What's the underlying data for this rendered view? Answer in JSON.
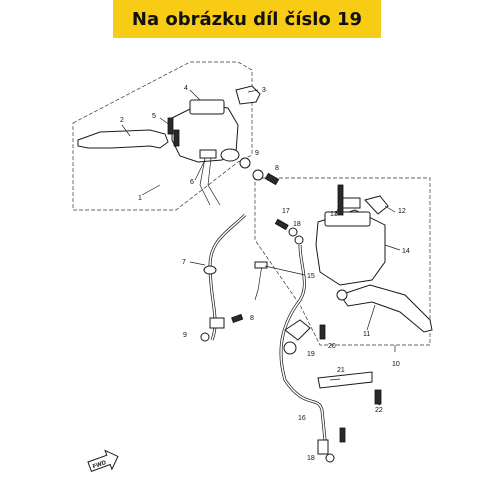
{
  "banner": {
    "title": "Na obrázku díl číslo 19",
    "color": "#f8cb14"
  },
  "callouts": {
    "c1": "1",
    "c2": "2",
    "c3": "3",
    "c4": "4",
    "c5": "5",
    "c6": "6",
    "c7": "7",
    "c8a": "8",
    "c8b": "8",
    "c9a": "9",
    "c9b": "9",
    "c10": "10",
    "c11": "11",
    "c12": "12",
    "c13": "13",
    "c14": "14",
    "c15": "15",
    "c16": "16",
    "c17": "17",
    "c18a": "18",
    "c18b": "18",
    "c19": "19",
    "c20": "20",
    "c21": "21",
    "c22": "22"
  },
  "fwd_label": "FWD"
}
